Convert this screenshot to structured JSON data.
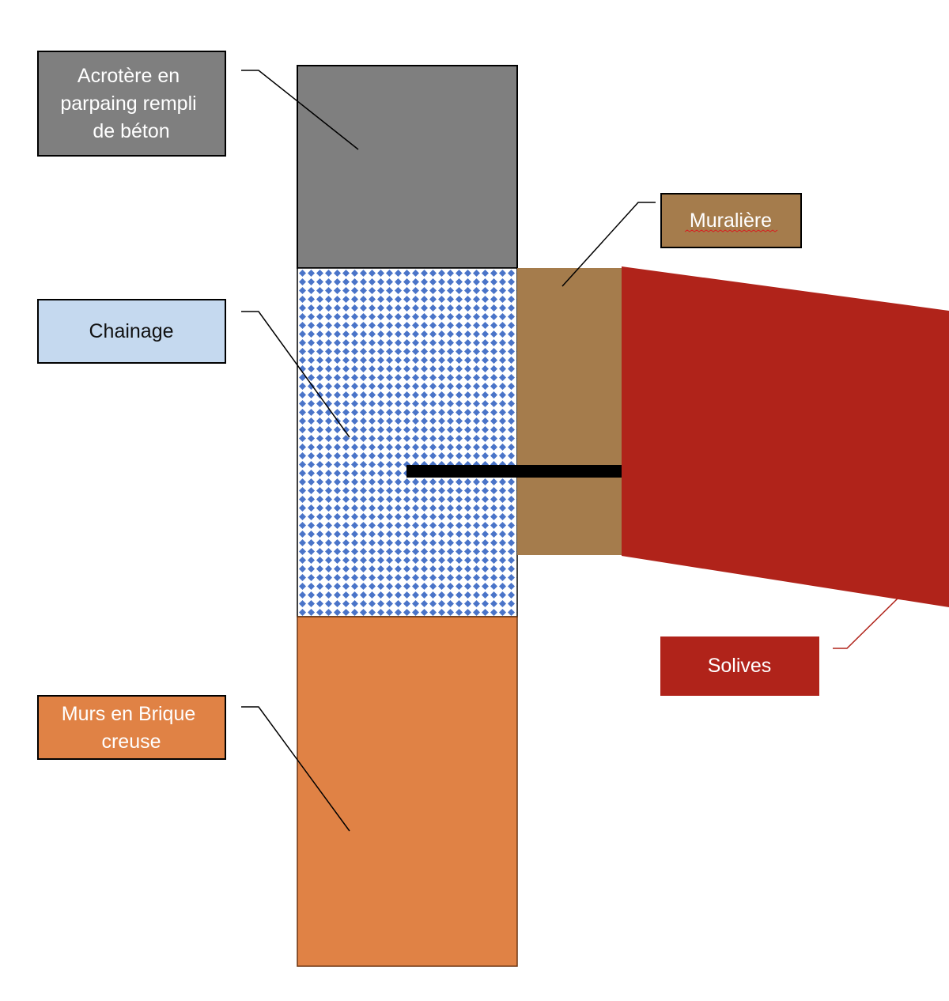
{
  "labels": {
    "acrotere": {
      "lines": [
        "Acrotère en",
        "parpaing rempli",
        "de béton"
      ],
      "fill": "#7f7f7f",
      "text_color": "#ffffff"
    },
    "chainage": {
      "lines": [
        "Chainage"
      ],
      "fill": "#c5d9ef",
      "text_color": "#111111"
    },
    "murs": {
      "lines": [
        "Murs en Brique",
        "creuse"
      ],
      "fill": "#e08245",
      "text_color": "#ffffff"
    },
    "muraliere": {
      "lines": [
        "Muralière"
      ],
      "fill": "#a57c4c",
      "text_color": "#ffffff"
    },
    "solives": {
      "lines": [
        "Solives"
      ],
      "fill": "#b0231a",
      "text_color": "#ffffff"
    }
  },
  "colors": {
    "acrotere_block": "#7f7f7f",
    "chainage_pattern": "#4a74c8",
    "murs_block": "#e08245",
    "muraliere_block": "#a57c4c",
    "solives_block": "#b0231a",
    "anchor_rod": "#000000",
    "leader_line": "#000000",
    "solives_leader": "#b0231a"
  }
}
